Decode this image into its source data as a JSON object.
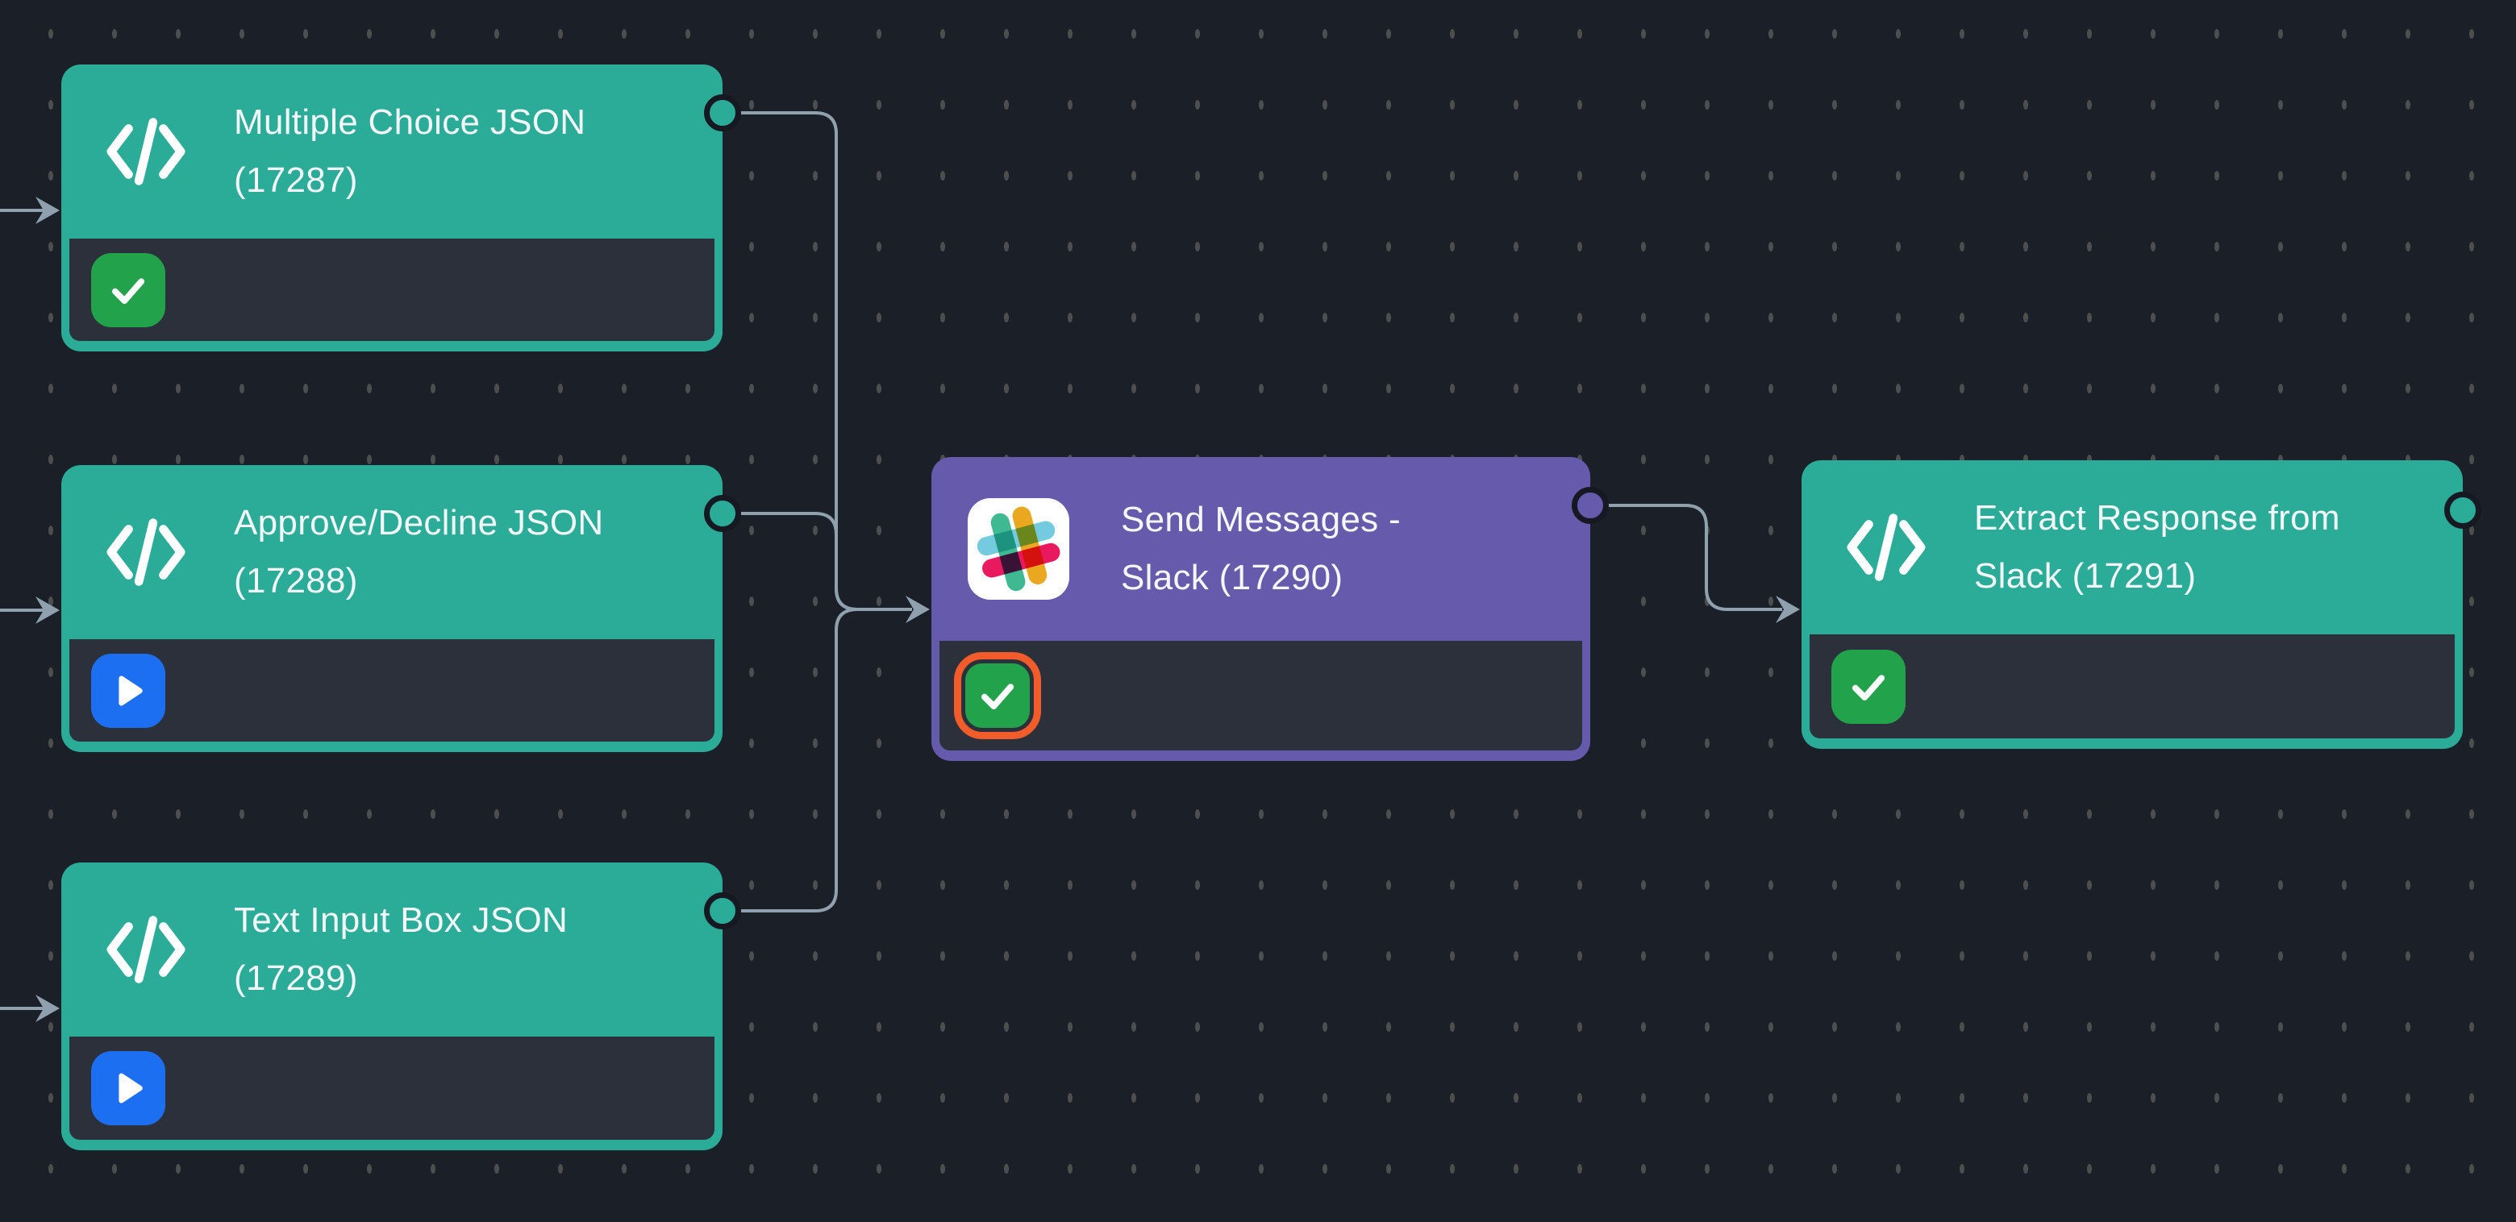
{
  "app": {
    "view": "workflow-canvas"
  },
  "colors": {
    "background": "#1b1f27",
    "grid_dot": "#4c4f4e",
    "edge": "#8fa0ae",
    "teal": "#2aac99",
    "purple": "#655aab",
    "node_body": "#2b303a",
    "port_ring": "#161922",
    "success_green": "#22a34b",
    "play_blue": "#1d6ff2",
    "selected_orange": "#f25c2a",
    "title_text": "#f4f7f8",
    "slack_blue": "#74cbe0",
    "slack_green": "#3eb991",
    "slack_yellow": "#e9a820",
    "slack_pink": "#e8195f"
  },
  "nodes": [
    {
      "id": "17287",
      "title": "Multiple Choice JSON (17287)",
      "title_lines": [
        "Multiple Choice JSON",
        "(17287)"
      ],
      "icon": "code-icon",
      "status_icon": "check-icon",
      "status": "completed",
      "selected": false
    },
    {
      "id": "17288",
      "title": "Approve/Decline JSON (17288)",
      "title_lines": [
        "Approve/Decline JSON",
        "(17288)"
      ],
      "icon": "code-icon",
      "status_icon": "play-icon",
      "status": "ready",
      "selected": false
    },
    {
      "id": "17289",
      "title": "Text Input Box JSON (17289)",
      "title_lines": [
        "Text Input Box JSON",
        "(17289)"
      ],
      "icon": "code-icon",
      "status_icon": "play-icon",
      "status": "ready",
      "selected": false
    },
    {
      "id": "17290",
      "title": "Send Messages - Slack (17290)",
      "title_lines": [
        "Send Messages -",
        "Slack (17290)"
      ],
      "icon": "slack-icon",
      "status_icon": "check-icon",
      "status": "completed",
      "selected": true
    },
    {
      "id": "17291",
      "title": "Extract Response from Slack (17291)",
      "title_lines": [
        "Extract Response from",
        "Slack (17291)"
      ],
      "icon": "code-icon",
      "status_icon": "check-icon",
      "status": "completed",
      "selected": false
    }
  ],
  "edges": [
    {
      "from": "off-canvas-left",
      "to": "17287"
    },
    {
      "from": "off-canvas-left",
      "to": "17288"
    },
    {
      "from": "off-canvas-left",
      "to": "17289"
    },
    {
      "from": "17287",
      "to": "17290"
    },
    {
      "from": "17288",
      "to": "17290"
    },
    {
      "from": "17289",
      "to": "17290"
    },
    {
      "from": "17290",
      "to": "17291"
    }
  ]
}
